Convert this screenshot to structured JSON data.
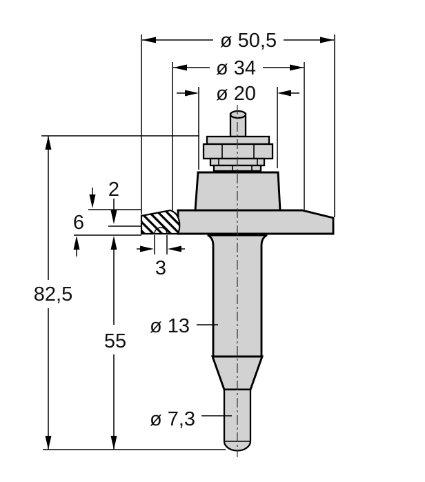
{
  "drawing": {
    "title": "sensor-dimension-drawing",
    "labels": {
      "d505": "ø 50,5",
      "d34": "ø 34",
      "d20": "ø 20",
      "t2": "2",
      "t6": "6",
      "t3": "3",
      "t825": "82,5",
      "t55": "55",
      "d13": "ø 13",
      "d73": "ø 7,3"
    },
    "colors": {
      "part_fill": "#d2d2d2",
      "line": "#000000",
      "background": "#ffffff"
    }
  }
}
